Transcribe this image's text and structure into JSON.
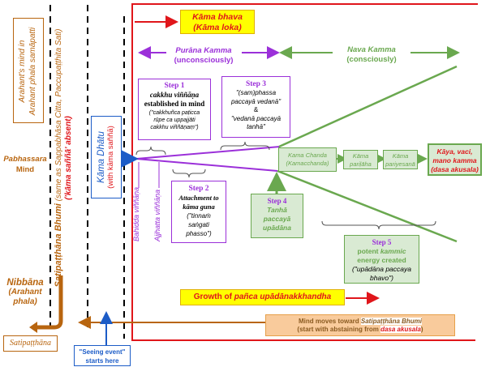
{
  "colors": {
    "red": "#e0161b",
    "purple": "#9b30d9",
    "green": "#6aa84f",
    "orange": "#b8650f",
    "blue": "#1c5cc7",
    "yellow": "#ffff00",
    "light_green": "#d9ead3",
    "light_orange": "#f9cb9c"
  },
  "left": {
    "arahant_box": {
      "line1": "Arahant's mind in",
      "line2": "Arahant phala samāpatti"
    },
    "pabhassara": {
      "line1": "Pabhassara",
      "line2": "Mind"
    },
    "nibbana": {
      "line1": "Nibbāna",
      "line2": "(Arahant",
      "line3": "phala)"
    },
    "satipatthana_box": "Satipaṭṭhāna",
    "bhumi_label": {
      "main": "Satipaṭṭhāna Bhumi",
      "paren": " (same as Sappabhāsa Citta, Paccupaṭṭhita Sati)",
      "line2": "('kāma saññā' absent)"
    },
    "kama_dhatu": {
      "line1": "Kāma Dhātu",
      "line2": "(with kāma saññā)"
    },
    "seeing_event": {
      "line1": "\"Seeing event\"",
      "line2": "starts here"
    }
  },
  "top": {
    "kama_bhava": {
      "line1": "Kāma bhava",
      "line2": "(Kāma loka)"
    },
    "purana": {
      "line1": "Purāna Kamma",
      "line2": "(unconsciously)"
    },
    "nava": {
      "line1": "Nava Kamma",
      "line2": "(consciously)"
    }
  },
  "vinnana": {
    "bahidda": "Bahidda viññāṇa",
    "ajjhatta": "Ajjhatta viññāṇa"
  },
  "steps": {
    "step1": {
      "title": "Step 1",
      "line1": "cakkhu viññāṇa",
      "line2": "established in mind",
      "quote1": "(\"cakkhuñca paṭicca",
      "quote2": "rūpe ca uppajjāti",
      "quote3": "cakkhu viññāṇaṃ\")"
    },
    "step2": {
      "title": "Step 2",
      "line1": "Attachment to",
      "line2": "kāma guna",
      "quote1": "(\"tinnaṁ",
      "quote2": "saṅgati",
      "quote3": "phasso\")"
    },
    "step3": {
      "title": "Step 3",
      "line1": "\"(sam)phassa",
      "line2": "paccayā vedanā\"",
      "line3": "&",
      "line4": "\"vedanā paccayā",
      "line5": "tanhā\""
    },
    "step4": {
      "title": "Step 4",
      "line1": "Tanhā",
      "line2": "paccayā",
      "line3": "upādāna"
    },
    "step5": {
      "title": "Step 5",
      "line1a": "potent ",
      "line1b": "kammic",
      "line2": "energy created",
      "line3": "(\"upādāna paccaya",
      "line4": "bhavo\")"
    }
  },
  "chain": {
    "kama_chanda": {
      "line1": "Kama Chanda",
      "line2": "(Kamacchanda)"
    },
    "parilaha": {
      "line1": "Kāma",
      "line2": "pariḷāha"
    },
    "pariyesana": {
      "line1": "Kāma",
      "line2": "pariyesanā"
    },
    "result": {
      "line1": "Kāya, vaci,",
      "line2": "mano kamma",
      "line3": "(dasa akusala)"
    }
  },
  "bottom": {
    "growth": {
      "prefix": "Growth of ",
      "term": "pañca upādānakkhandha"
    },
    "mind_moves": {
      "line1a": "Mind moves toward ",
      "line1b": "Satipaṭṭhāna Bhumi",
      "line2a": "(start with abstaining from ",
      "line2b": "dasa akusala",
      "line2c": ")"
    }
  }
}
